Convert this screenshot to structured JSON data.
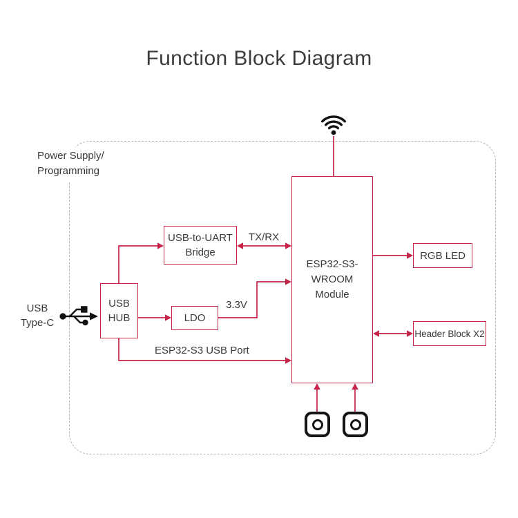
{
  "title": "Function Block Diagram",
  "colors": {
    "accent": "#c62348",
    "text": "#3a3a3a",
    "icon": "#111111",
    "dashed_border": "#b5b5b5",
    "background": "#ffffff"
  },
  "diagram": {
    "container_label": {
      "line1": "Power Supply/",
      "line2": "Programming"
    },
    "blocks": {
      "usb_uart_bridge": {
        "line1": "USB-to-UART",
        "line2": "Bridge"
      },
      "usb_hub": {
        "line1": "USB",
        "line2": "HUB"
      },
      "ldo": {
        "label": "LDO"
      },
      "esp32_module": {
        "line1": "ESP32-S3-",
        "line2": "WROOM",
        "line3": "Module"
      },
      "rgb_led": {
        "label": "RGB LED"
      },
      "header_block": {
        "label": "Header Block X2"
      }
    },
    "connection_labels": {
      "tx_rx": "TX/RX",
      "ldo_output": "3.3V",
      "usb_port": "ESP32-S3 USB Port"
    },
    "external_label": {
      "line1": "USB",
      "line2": "Type-C"
    },
    "icons": {
      "wifi": "wifi-icon",
      "usb": "usb-trident-icon",
      "push_buttons": "push-button-icon"
    }
  }
}
